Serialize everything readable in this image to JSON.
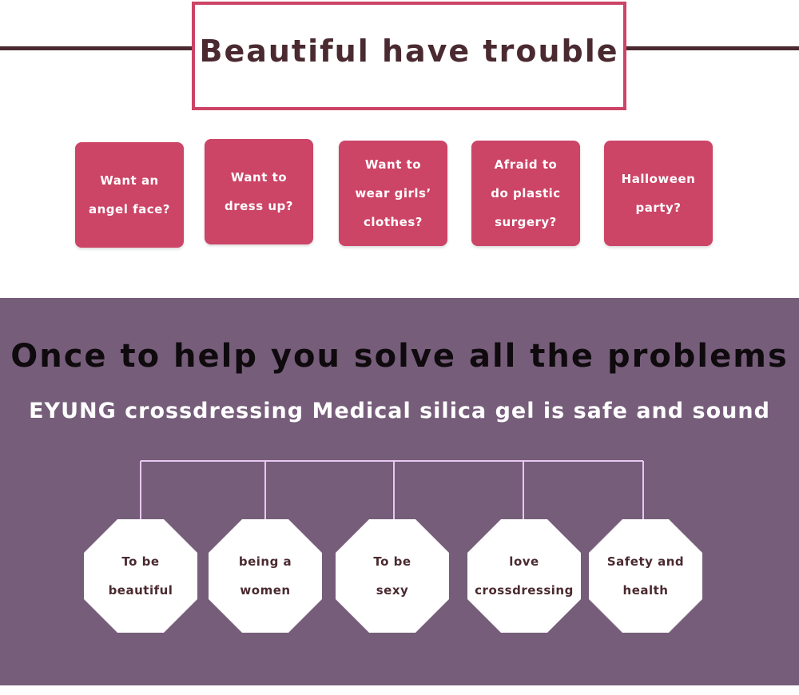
{
  "header": {
    "title": "Beautiful have trouble"
  },
  "troubles": [
    "Want an\nangel face?",
    "Want to\ndress up?",
    "Want to\nwear girls’\nclothes?",
    "Afraid to\ndo plastic\nsurgery?",
    "Halloween\nparty?"
  ],
  "solution": {
    "headline": "Once to help you solve all the problems",
    "subline": "EYUNG crossdressing Medical silica gel is safe and sound"
  },
  "benefits": [
    "To be\nbeautiful",
    "being a\nwomen",
    "To be\nsexy",
    "love\ncrossdressing",
    "Safety and\nhealth"
  ],
  "colors": {
    "accent": "#cc4466",
    "dark": "#4a2a30",
    "panel": "#765d7a",
    "connector": "#e8c8f0"
  }
}
